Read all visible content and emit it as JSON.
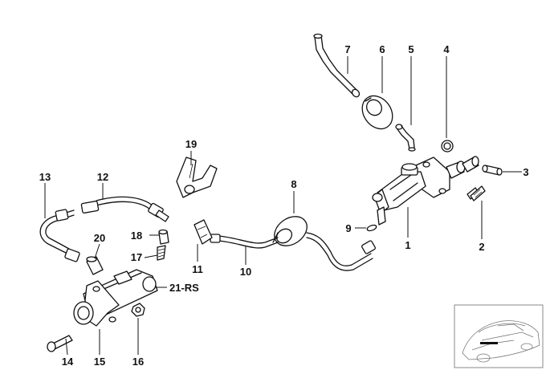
{
  "callouts": {
    "c1": "1",
    "c2": "2",
    "c3": "3",
    "c4": "4",
    "c5": "5",
    "c6": "6",
    "c7": "7",
    "c8": "8",
    "c9": "9",
    "c10": "10",
    "c11": "11",
    "c12": "12",
    "c13": "13",
    "c14": "14",
    "c15": "15",
    "c16": "16",
    "c17": "17",
    "c18": "18",
    "c19": "19",
    "c20": "20",
    "c21": "21-RS"
  }
}
